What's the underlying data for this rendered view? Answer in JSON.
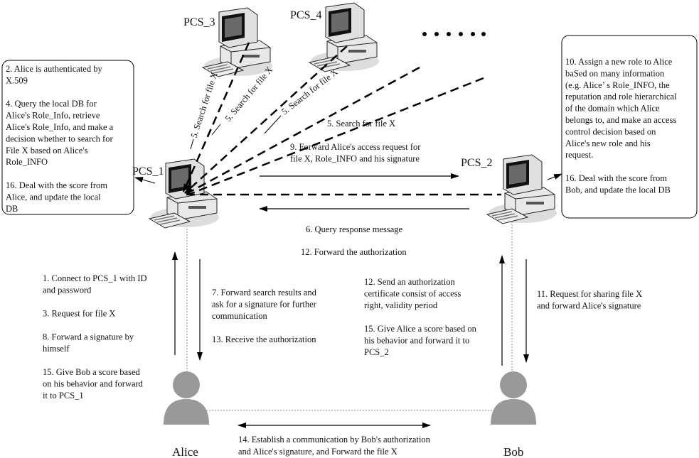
{
  "nodes": {
    "pcs1": "PCS_1",
    "pcs2": "PCS_2",
    "pcs3": "PCS_3",
    "pcs4": "PCS_4",
    "alice": "Alice",
    "bob": "Bob",
    "more": "……"
  },
  "boxes": {
    "left": [
      "2. Alice is authenticated by",
      "X.509",
      "",
      "4.  Query the local DB for",
      "Alice's   Role_Info, retrieve",
      "Alice's Role_Info, and make a",
      "decision whether to search for",
      "File X based on Alice's",
      "Role_INFO",
      "",
      "16. Deal with the score from",
      "Alice, and update the local",
      "DB"
    ],
    "right": [
      "10. Assign a new role to Alice",
      "baSed on many information",
      "(e.g. Alice’ s Role_INFO, the",
      "reputation and role hierarchical",
      "of the domain which Alice",
      "belongs to, and make an access",
      "control decision based on",
      "Alice's new role and his",
      "request.",
      "",
      "16. Deal with the score from",
      "Bob, and update the local DB"
    ]
  },
  "steps": {
    "search_pcs3": "5. Search for file X",
    "search_pcs4": "5. Search for file X",
    "search_more": "5. Search for file X",
    "search_pcs2": "5. Search for file X",
    "forward_request": [
      "9. Forward Alice's access request for",
      "file X, Role_INFO and his signature"
    ],
    "query_response": "6. Query response message",
    "forward_authorization": "12. Forward the authorization",
    "alice_to_pcs1": [
      "1. Connect to PCS_1 with ID",
      "and password",
      "",
      "3. Request for file X",
      "",
      "8. Forward a signature by",
      "himself",
      "",
      "15. Give Bob a score based",
      "on his behavior and forward",
      "it to PCS_1"
    ],
    "pcs1_to_alice": [
      "7. Forward search results and",
      "ask for a signature for further",
      "communication",
      "",
      "13. Receive the authorization"
    ],
    "bob_to_pcs2": [
      "12.  Send an authorization",
      "certificate consist of access",
      "right, validity period",
      "",
      "15. Give Alice a score based on",
      "his behavior and forward it to",
      "PCS_2"
    ],
    "pcs2_to_bob": [
      "11. Request for sharing file X",
      "and forward Alice's  signature"
    ],
    "establish": [
      "14. Establish a communication by Bob's authorization",
      "and Alice's signature, and Forward the file X"
    ]
  },
  "colors": {
    "line": "#000000",
    "person": "#999999",
    "computer_body": "#e6e6e6",
    "dotted": "#888888"
  }
}
